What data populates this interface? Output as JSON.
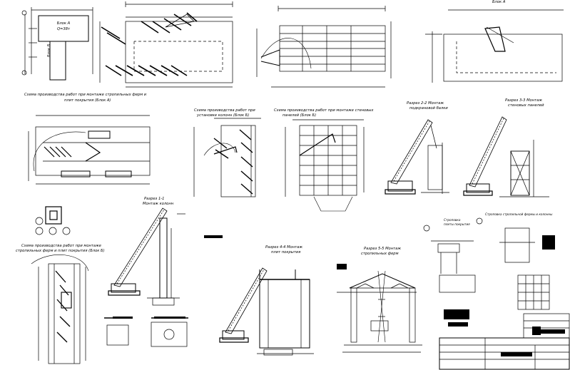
{
  "labels": {
    "block_a": "Блок А",
    "block_a_q": "Q=38т",
    "block_b": "Блок Б",
    "top_right_partial": "Блок А",
    "scheme_trusses_a_line1": "Схема производства работ при монтаже стропильных ферм и",
    "scheme_trusses_a_line2": "плит покрытия (Блок А)",
    "scheme_columns_b_line1": "Схема производства работ при",
    "scheme_columns_b_line2": "установке колонн (Блок Б)",
    "scheme_panels_b_line1": "Схема производства работ при монтаже стеновых",
    "scheme_panels_b_line2": "панелей (Блок Б)",
    "section_22_line1": "Разрез 2-2 Монтаж",
    "section_22_line2": "подкрановой балки",
    "section_33_line1": "Разрез 3-3 Монтаж",
    "section_33_line2": "стеновых панелей",
    "section_11_line1": "Разрез 1-1",
    "section_11_line2": "Монтаж колонн",
    "scheme_trusses_b_line1": "Схема производства работ при монтаже",
    "scheme_trusses_b_line2": "стропильных ферм и плит покрытия (Блок Б)",
    "section_44_line1": "Разрез 4-4 Монтаж",
    "section_44_line2": "плит покрытия",
    "section_55_line1": "Разрез 5-5 Монтаж",
    "section_55_line2": "стропильных ферм",
    "sling_truss_label": "Строповка стропильной фермы и колонны",
    "sling_plate_label_line1": "Строповка",
    "sling_plate_label_line2": "плиты покрытия"
  },
  "colors": {
    "ink": "#000000",
    "paper": "#ffffff"
  }
}
